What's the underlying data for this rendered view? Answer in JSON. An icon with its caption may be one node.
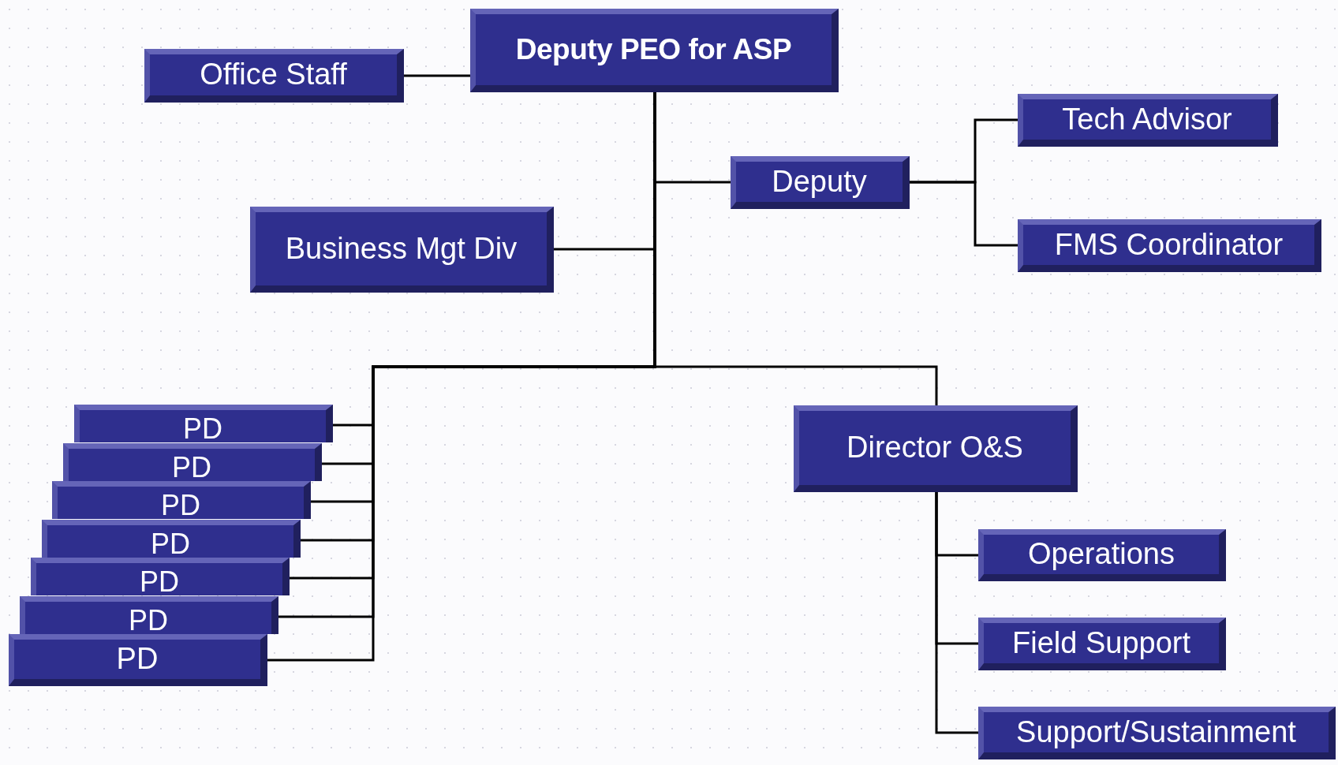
{
  "diagram": {
    "nodes": [
      {
        "text": [
          "Deputy PEO for ASP"
        ]
      },
      {
        "text": [
          "Office Staff"
        ]
      },
      {
        "text": [
          "Deputy"
        ]
      },
      {
        "text": [
          "Tech Advisor"
        ]
      },
      {
        "text": [
          "FMS Coordinator"
        ]
      },
      {
        "text": [
          "Business Mgt Div"
        ]
      },
      {
        "text": [
          "Director O&S"
        ]
      },
      {
        "text": [
          "PD"
        ]
      },
      {
        "text": [
          "PD"
        ]
      },
      {
        "text": [
          "PD"
        ]
      },
      {
        "text": [
          "PD"
        ]
      },
      {
        "text": [
          "PD"
        ]
      },
      {
        "text": [
          "PD"
        ]
      },
      {
        "text": [
          "PD"
        ]
      },
      {
        "text": [
          "Operations"
        ]
      },
      {
        "text": [
          "Field Support"
        ]
      },
      {
        "text": [
          "Support/Sustainment"
        ]
      }
    ],
    "edges": [
      {
        "from": 0,
        "to": 1,
        "arrow": "none"
      },
      {
        "from": 0,
        "to": 2,
        "arrow": "none"
      },
      {
        "from": 2,
        "to": 3,
        "arrow": "none"
      },
      {
        "from": 2,
        "to": 4,
        "arrow": "none"
      },
      {
        "from": 0,
        "to": 5,
        "arrow": "none"
      },
      {
        "from": 0,
        "to": 6,
        "arrow": "none"
      },
      {
        "from": 0,
        "to": 7,
        "arrow": "none"
      },
      {
        "from": 0,
        "to": 8,
        "arrow": "none"
      },
      {
        "from": 0,
        "to": 9,
        "arrow": "none"
      },
      {
        "from": 0,
        "to": 10,
        "arrow": "none"
      },
      {
        "from": 0,
        "to": 11,
        "arrow": "none"
      },
      {
        "from": 0,
        "to": 12,
        "arrow": "none"
      },
      {
        "from": 0,
        "to": 13,
        "arrow": "none"
      },
      {
        "from": 6,
        "to": 14,
        "arrow": "none"
      },
      {
        "from": 6,
        "to": 15,
        "arrow": "none"
      },
      {
        "from": 6,
        "to": 16,
        "arrow": "none"
      }
    ]
  }
}
